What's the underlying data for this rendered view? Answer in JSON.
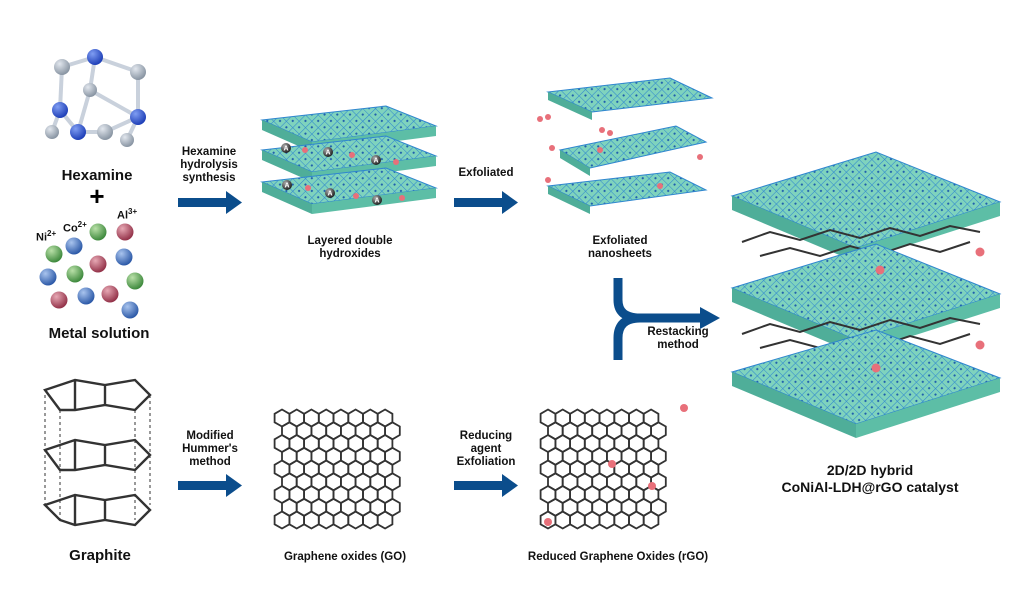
{
  "colors": {
    "arrow": "#0b4d8c",
    "ldh_fill": "#63c9b0",
    "ldh_edge": "#3a8fd0",
    "graphene": "#333333",
    "oxygen": "#e8707a",
    "nitrogen": "#2f5fd6",
    "carbon": "#a9b3bf"
  },
  "labels": {
    "hexamine": "Hexamine",
    "plus": "+",
    "metal_solution": "Metal solution",
    "graphite": "Graphite",
    "ldh": "Layered double hydroxides",
    "exfoliated_nanosheets": "Exfoliated nanosheets",
    "go": "Graphene oxides (GO)",
    "rgo": "Reduced Graphene Oxides (rGO)",
    "hybrid_line1": "2D/2D hybrid",
    "hybrid_line2": "CoNiAl-LDH@rGO catalyst"
  },
  "ions": {
    "ni": "Ni",
    "ni_charge": "2+",
    "co": "Co",
    "co_charge": "2+",
    "al": "Al",
    "al_charge": "3+"
  },
  "steps": {
    "hexamine_hydrolysis": "Hexamine hydrolysis synthesis",
    "exfoliated": "Exfoliated",
    "modified_hummers": "Modified Hummer's method",
    "reducing_agent": "Reducing agent Exfoliation",
    "restacking": "Restacking method"
  },
  "anion_symbol": "A"
}
